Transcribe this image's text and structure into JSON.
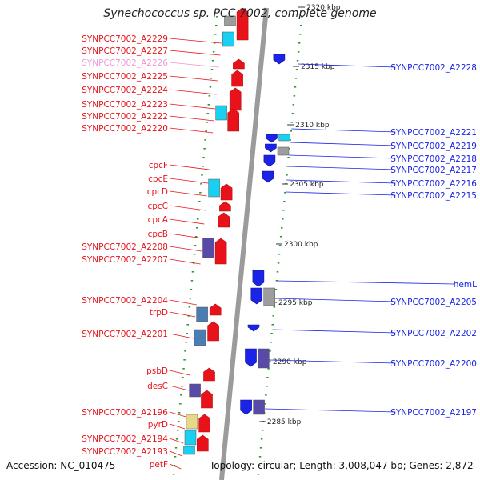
{
  "title": "Synechococcus sp. PCC 7002, complete genome",
  "accession": "Accession: NC_010475",
  "summary": "Topology: circular; Length: 3,008,047 bp; Genes: 2,872",
  "colors": {
    "forward_gene": "#e8131a",
    "reverse_gene": "#1a23e6",
    "highlight_label": "#ef9ad6",
    "backbone": "#9b9b9b",
    "tick": "#2e9a2e",
    "cyan_feature": "#19d0f0",
    "purple_feature": "#5a4aa8",
    "steel_feature": "#4a7db3",
    "khaki_feature": "#e6d98a",
    "grey_feature": "#9d9d9d"
  },
  "scale_labels": [
    "2320 kbp",
    "2315 kbp",
    "2310 kbp",
    "2305 kbp",
    "2300 kbp",
    "2295 kbp",
    "2290 kbp",
    "2285 kbp"
  ],
  "left_labels": [
    {
      "text": "SYNPCC7002_A2229",
      "highlight": false
    },
    {
      "text": "SYNPCC7002_A2227",
      "highlight": false
    },
    {
      "text": "SYNPCC7002_A2226",
      "highlight": true
    },
    {
      "text": "SYNPCC7002_A2225",
      "highlight": false
    },
    {
      "text": "SYNPCC7002_A2224",
      "highlight": false
    },
    {
      "text": "SYNPCC7002_A2223",
      "highlight": false
    },
    {
      "text": "SYNPCC7002_A2222",
      "highlight": false
    },
    {
      "text": "SYNPCC7002_A2220",
      "highlight": false
    },
    {
      "text": "cpcF",
      "highlight": false
    },
    {
      "text": "cpcE",
      "highlight": false
    },
    {
      "text": "cpcD",
      "highlight": false
    },
    {
      "text": "cpcC",
      "highlight": false
    },
    {
      "text": "cpcA",
      "highlight": false
    },
    {
      "text": "cpcB",
      "highlight": false
    },
    {
      "text": "SYNPCC7002_A2208",
      "highlight": false
    },
    {
      "text": "SYNPCC7002_A2207",
      "highlight": false
    },
    {
      "text": "SYNPCC7002_A2204",
      "highlight": false
    },
    {
      "text": "trpD",
      "highlight": false
    },
    {
      "text": "SYNPCC7002_A2201",
      "highlight": false
    },
    {
      "text": "psbD",
      "highlight": false
    },
    {
      "text": "desC",
      "highlight": false
    },
    {
      "text": "SYNPCC7002_A2196",
      "highlight": false
    },
    {
      "text": "pyrD",
      "highlight": false
    },
    {
      "text": "SYNPCC7002_A2194",
      "highlight": false
    },
    {
      "text": "SYNPCC7002_A2193",
      "highlight": false
    },
    {
      "text": "petF",
      "highlight": false
    }
  ],
  "right_labels": [
    {
      "text": "SYNPCC7002_A2228"
    },
    {
      "text": "SYNPCC7002_A2221"
    },
    {
      "text": "SYNPCC7002_A2219"
    },
    {
      "text": "SYNPCC7002_A2218"
    },
    {
      "text": "SYNPCC7002_A2217"
    },
    {
      "text": "SYNPCC7002_A2216"
    },
    {
      "text": "SYNPCC7002_A2215"
    },
    {
      "text": "hemL"
    },
    {
      "text": "SYNPCC7002_A2205"
    },
    {
      "text": "SYNPCC7002_A2202"
    },
    {
      "text": "SYNPCC7002_A2200"
    },
    {
      "text": "SYNPCC7002_A2197"
    }
  ]
}
